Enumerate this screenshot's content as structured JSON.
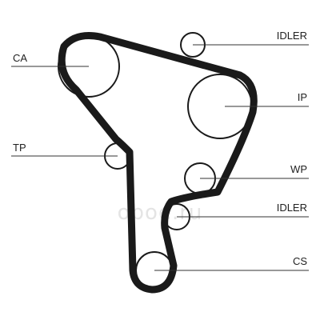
{
  "diagram": {
    "labels": {
      "ca": "CA",
      "idler_top": "IDLER",
      "ip": "IP",
      "tp": "TP",
      "wp": "WP",
      "idler_bottom": "IDLER",
      "cs": "CS"
    },
    "watermark": "oboe.ru",
    "colors": {
      "belt": "#1a1a1a",
      "pulley_stroke": "#1a1a1a",
      "leader": "#333333",
      "watermark": "#e4e4e4"
    }
  }
}
